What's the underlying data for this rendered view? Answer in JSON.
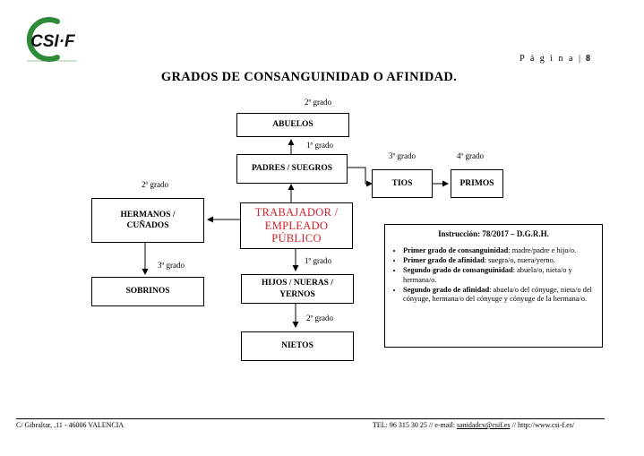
{
  "header": {
    "logo_text": "CSI·F",
    "page_label": "P á g i n a |",
    "page_number": "8"
  },
  "title": "GRADOS DE CONSANGUINIDAD O AFINIDAD.",
  "diagram": {
    "nodes": {
      "abuelos": "ABUELOS",
      "padres": "PADRES / SUEGROS",
      "tios": "TIOS",
      "primos": "PRIMOS",
      "hermanos": "HERMANOS / CUÑADOS",
      "trabajador": "TRABAJADOR / EMPLEADO PÚBLICO",
      "sobrinos": "SOBRINOS",
      "hijos": "HIJOS / NUERAS / YERNOS",
      "nietos": "NIETOS"
    },
    "grades": {
      "abuelos": "2º grado",
      "padres": "1º grado",
      "tios": "3º grado",
      "primos": "4º grado",
      "hermanos": "2º grado",
      "sobrinos": "3º grado",
      "hijos": "1º grado",
      "nietos": "2º grado"
    }
  },
  "instruction": {
    "title": "Instrucción: 78/2017 – D.G.R.H.",
    "items": [
      {
        "label": "Primer grado de consanguinidad",
        "text": ": madre/padre e hijo/o."
      },
      {
        "label": "Primer grado de afinidad",
        "text": ": suegra/o, nuera/yerno."
      },
      {
        "label": "Segundo grado de consanguinidad",
        "text": ": abuela/o, nieta/o y hermana/o."
      },
      {
        "label": "Segundo grado de afinidad",
        "text": ": abuela/o del cónyuge, nieta/o del cónyuge, hermana/o del cónyuge y cónyuge de la hermana/o."
      }
    ]
  },
  "footer": {
    "address": "C/ Gibraltar, ,11   - 46006 VALENCIA",
    "phone": "TEL: 96 315 30 25  // e-mail: ",
    "email": "sanidadcv@csif.es",
    "separator": "  //  ",
    "website": "http://www.csi-f.es/"
  },
  "colors": {
    "logo_green": "#2e8b3a",
    "highlight_red": "#d0202a"
  }
}
